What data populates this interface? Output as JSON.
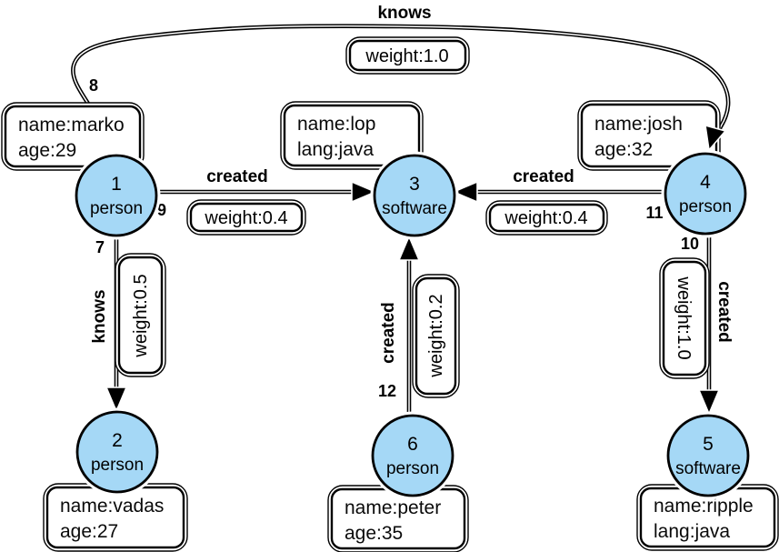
{
  "diagram": {
    "colors": {
      "node_fill": "#a5d8f6",
      "node_border": "#000000",
      "edge": "#000000",
      "box_fill": "#ffffff",
      "text": "#000000"
    },
    "nodes": [
      {
        "id": "1",
        "type": "person",
        "props": [
          "name:marko",
          "age:29"
        ]
      },
      {
        "id": "2",
        "type": "person",
        "props": [
          "name:vadas",
          "age:27"
        ]
      },
      {
        "id": "3",
        "type": "software",
        "props": [
          "name:lop",
          "lang:java"
        ]
      },
      {
        "id": "4",
        "type": "person",
        "props": [
          "name:josh",
          "age:32"
        ]
      },
      {
        "id": "5",
        "type": "software",
        "props": [
          "name:ripple",
          "lang:java"
        ]
      },
      {
        "id": "6",
        "type": "person",
        "props": [
          "name:peter",
          "age:35"
        ]
      }
    ],
    "edges": [
      {
        "id": "7",
        "label": "knows",
        "weight": "weight:0.5",
        "from": "1",
        "to": "2"
      },
      {
        "id": "8",
        "label": "knows",
        "weight": "weight:1.0",
        "from": "1",
        "to": "4"
      },
      {
        "id": "9",
        "label": "created",
        "weight": "weight:0.4",
        "from": "1",
        "to": "3"
      },
      {
        "id": "10",
        "label": "created",
        "weight": "weight:1.0",
        "from": "4",
        "to": "5"
      },
      {
        "id": "11",
        "label": "created",
        "weight": "weight:0.4",
        "from": "4",
        "to": "3"
      },
      {
        "id": "12",
        "label": "created",
        "weight": "weight:0.2",
        "from": "6",
        "to": "3"
      }
    ]
  }
}
